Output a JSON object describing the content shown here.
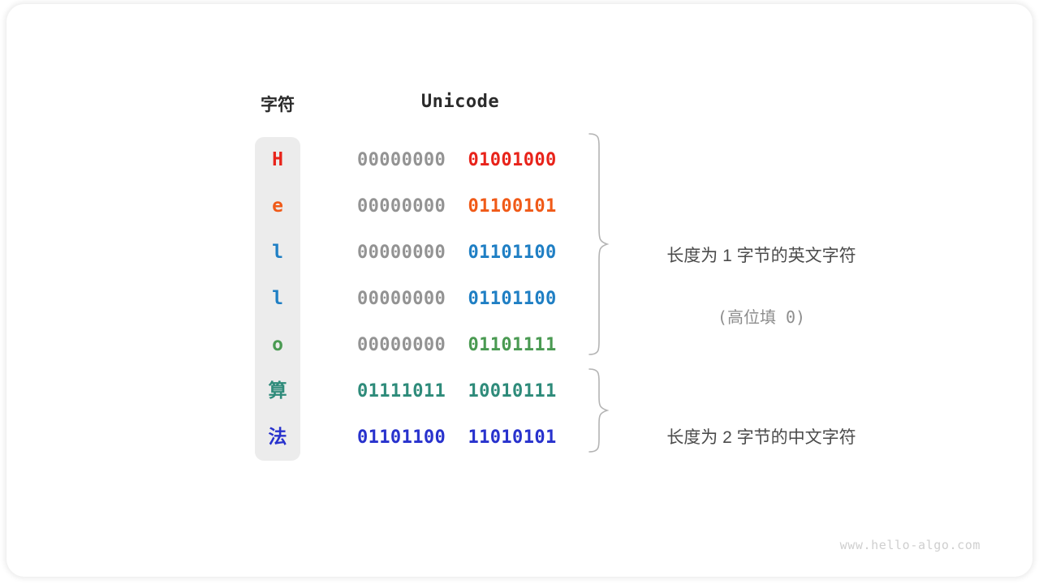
{
  "figure": {
    "watermark": "www.hello-algo.com",
    "card_bg": "#ffffff"
  },
  "table": {
    "headers": {
      "character": "字符",
      "unicode": "Unicode"
    },
    "column_bg": "#ececec",
    "high_byte_color": "#939393",
    "rows": [
      {
        "char": "H",
        "color": "#e8231a",
        "high": "00000000",
        "low": "01001000",
        "bytes": 1
      },
      {
        "char": "e",
        "color": "#f05a18",
        "high": "00000000",
        "low": "01100101",
        "bytes": 1
      },
      {
        "char": "l",
        "color": "#1f7fc4",
        "high": "00000000",
        "low": "01101100",
        "bytes": 1
      },
      {
        "char": "l",
        "color": "#1f7fc4",
        "high": "00000000",
        "low": "01101100",
        "bytes": 1
      },
      {
        "char": "o",
        "color": "#4a9a52",
        "high": "00000000",
        "low": "01101111",
        "bytes": 1
      },
      {
        "char": "算",
        "color": "#2e8b7a",
        "high": "01111011",
        "low": "10010111",
        "bytes": 2
      },
      {
        "char": "法",
        "color": "#2832cd",
        "high": "01101100",
        "low": "11010101",
        "bytes": 2
      }
    ]
  },
  "annotations": [
    {
      "id": "ascii",
      "main": "长度为 1 字节的英文字符",
      "sub": "(高位填 0)"
    },
    {
      "id": "cjk",
      "main": "长度为 2 字节的中文字符",
      "sub": ""
    }
  ]
}
